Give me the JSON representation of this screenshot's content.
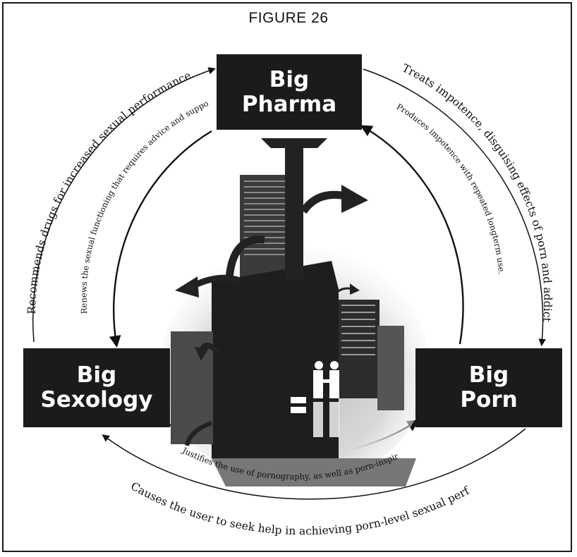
{
  "figure_title": "FIGURE 26",
  "nodes": {
    "pharma": {
      "line1": "Big",
      "line2": "Pharma"
    },
    "sexology": {
      "line1": "Big",
      "line2": "Sexology"
    },
    "porn": {
      "line1": "Big",
      "line2": "Porn"
    }
  },
  "labels": {
    "sexology_to_pharma": "Recommends drugs for increased sexual performance.",
    "pharma_to_sexology": "Renews the sexual functioning that requires advice and support.",
    "pharma_to_porn": "Treats impotence, disguising effects of porn and addiction.",
    "porn_to_pharma": "Produces impotence with repeated longterm use.",
    "porn_to_sexology": "Causes the user to seek help in achieving porn-level sexual performance.",
    "sexology_to_porn": "Justifies the use of pornography, as well as porn-inspired sexual activity."
  }
}
